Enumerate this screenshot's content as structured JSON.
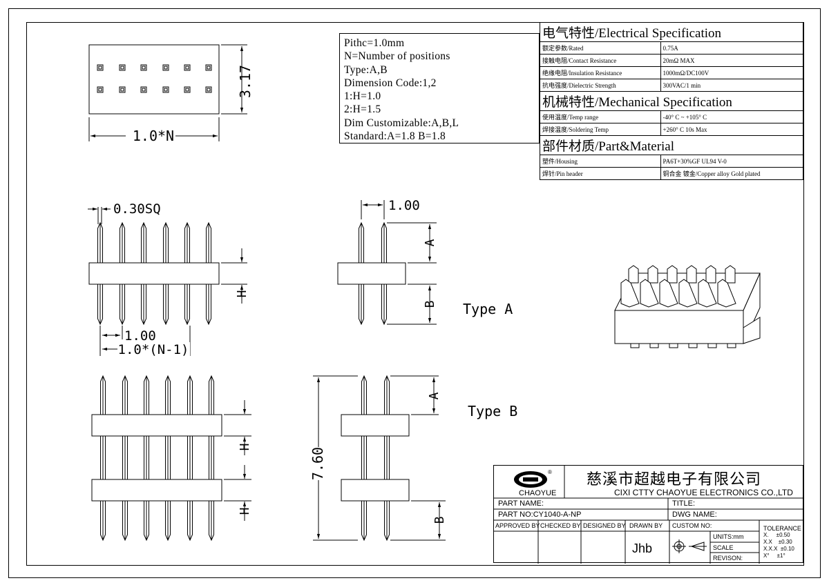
{
  "notes": [
    "Pithc=1.0mm",
    "N=Number of positions",
    "Type:A,B",
    "Dimension Code:1,2",
    "1:H=1.0",
    "2:H=1.5",
    "Dim Customizable:A,B,L",
    "Standard:A=1.8 B=1.8"
  ],
  "spec": {
    "electrical_title": "电气特性/Electrical Specification",
    "electrical": [
      {
        "name": "额定参数/Rated",
        "value": "0.75A"
      },
      {
        "name": "接触电阻/Contact Resistance",
        "value": "20mΩ MAX"
      },
      {
        "name": "绝缘电阻/Insulation Resistance",
        "value": "1000mΩ/DC100V"
      },
      {
        "name": "抗电强度/Dielectric Strength",
        "value": "300VAC/1 min"
      }
    ],
    "mechanical_title": "机械特性/Mechanical Specification",
    "mechanical": [
      {
        "name": "使用温度/Temp range",
        "value": "-40° C ~ +105° C"
      },
      {
        "name": "焊接温度/Soldering Temp",
        "value": "+260° C  10s Max"
      }
    ],
    "material_title": "部件材质/Part&Material",
    "material": [
      {
        "name": "塑件/Housing",
        "value": "PA6T+30%GF  UL94  V-0"
      },
      {
        "name": "焊针/Pin header",
        "value": "铜合金 镀金/Copper alloy Gold plated"
      }
    ]
  },
  "dims": {
    "top_height": "3.17",
    "top_width": "1.0*N",
    "pin_sq": "0.30SQ",
    "pitch": "1.00",
    "span": "1.0*(N-1)",
    "h": "H",
    "side_pitch": "1.00",
    "a": "A",
    "b": "B",
    "total": "7.60"
  },
  "labels": {
    "type_a": "Type A",
    "type_b": "Type B"
  },
  "title_block": {
    "company_cn": "慈溪市超越电子有限公司",
    "company_en": "CIXI CTTY CHAOYUE ELECTRONICS CO.,LTD",
    "logo_text": "CHAOYUE",
    "part_name": "PART NAME:",
    "title": "TITLE:",
    "part_no": "PART NO:CY1040-A-NP",
    "dwg_name": "DWG NAME:",
    "approved_by": "APPROVED BY",
    "checked_by": "CHECKED BY",
    "designed_by": "DESIGNED BY",
    "drawn_by": "DRAWN BY",
    "drawer": "Jhb",
    "custom_no": "CUSTOM NO:",
    "units": "UNITS:mm",
    "scale": "SCALE",
    "revision": "REVISON:",
    "tolerance_title": "TOLERANCE",
    "tolerance": [
      "X.     ±0.50",
      "X.X    ±0.30",
      "X.X.X  ±0.10",
      "X°     ±1°"
    ]
  }
}
